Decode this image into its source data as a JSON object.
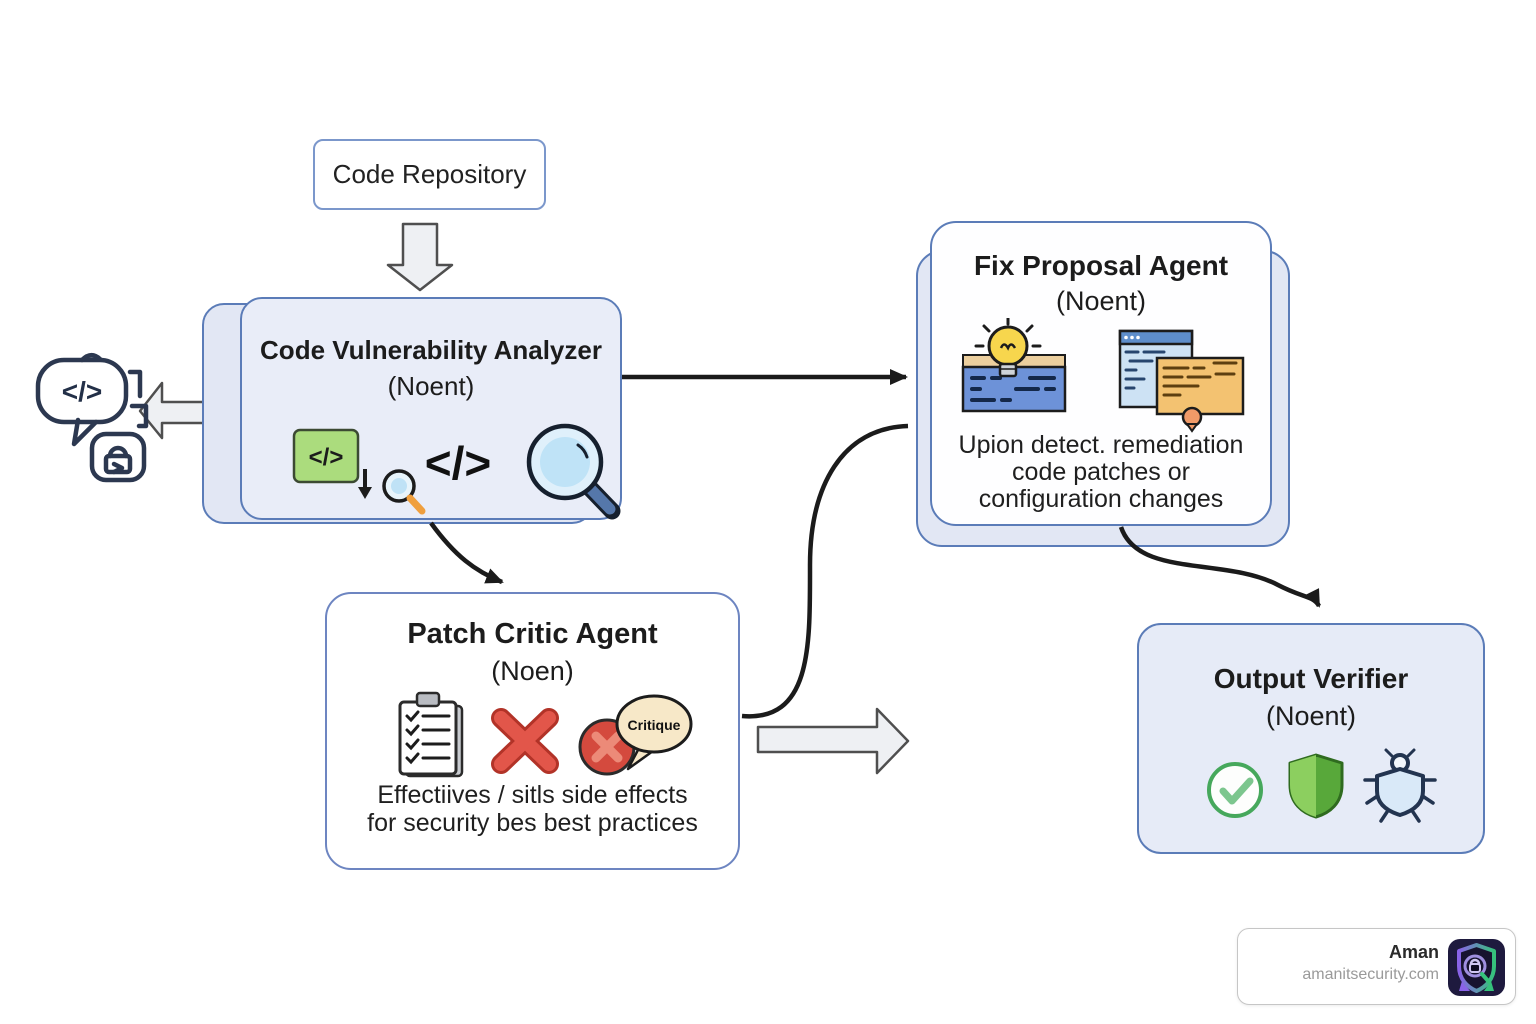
{
  "diagram": {
    "code_repository": {
      "label": "Code Repository"
    },
    "code_vulnerability_analyzer": {
      "title": "Code Vulnerability Analyzer",
      "subtitle": "(Noent)",
      "code_block_glyph": "</>",
      "code_tag_glyph": "</>",
      "icons": [
        "code-block-search-icon",
        "code-tag-icon",
        "magnifier-icon"
      ]
    },
    "patch_critic_agent": {
      "title": "Patch Critic Agent",
      "subtitle": "(Noen)",
      "caption_line1": "Effectiives / sitls side effects",
      "caption_line2": "for security bes best practices",
      "critique_bubble_label": "Critique",
      "icons": [
        "checklist-clipboard-icon",
        "red-x-icon",
        "reject-critique-bubble-icon"
      ]
    },
    "fix_proposal_agent": {
      "title": "Fix Proposal Agent",
      "subtitle": "(Noent)",
      "caption_line1": "Upion detect. remediation",
      "caption_line2": "code patches or",
      "caption_line3": "configuration changes",
      "icons": [
        "lightbulb-code-patch-icon",
        "code-windows-icon"
      ]
    },
    "output_verifier": {
      "title": "Output Verifier",
      "subtitle": "(Noent)",
      "icons": [
        "check-circle-icon",
        "green-shield-icon",
        "bug-shield-icon"
      ]
    },
    "code_chat_glyph": "</>"
  },
  "branding": {
    "name": "Aman",
    "website": "amanitsecurity.com"
  },
  "colors": {
    "background": "#ffffff",
    "box_border": "#5b7cb8",
    "box_fill_light": "#e9edf8",
    "box_fill_white": "#ffffff",
    "arrow_black": "#1b1b1b",
    "block_arrow_fill": "#eef0f3",
    "green_code_block": "#abdc7d",
    "red_x": "#e2564a",
    "red_circle": "#d44a3e",
    "critique_bubble": "#f7e8c8",
    "bulb_yellow": "#f7d64d",
    "blue_panel": "#6d92d8",
    "orange_panel": "#f3c271",
    "shield_green": "#58a83a",
    "logo_bg": "#1e1a3e"
  }
}
